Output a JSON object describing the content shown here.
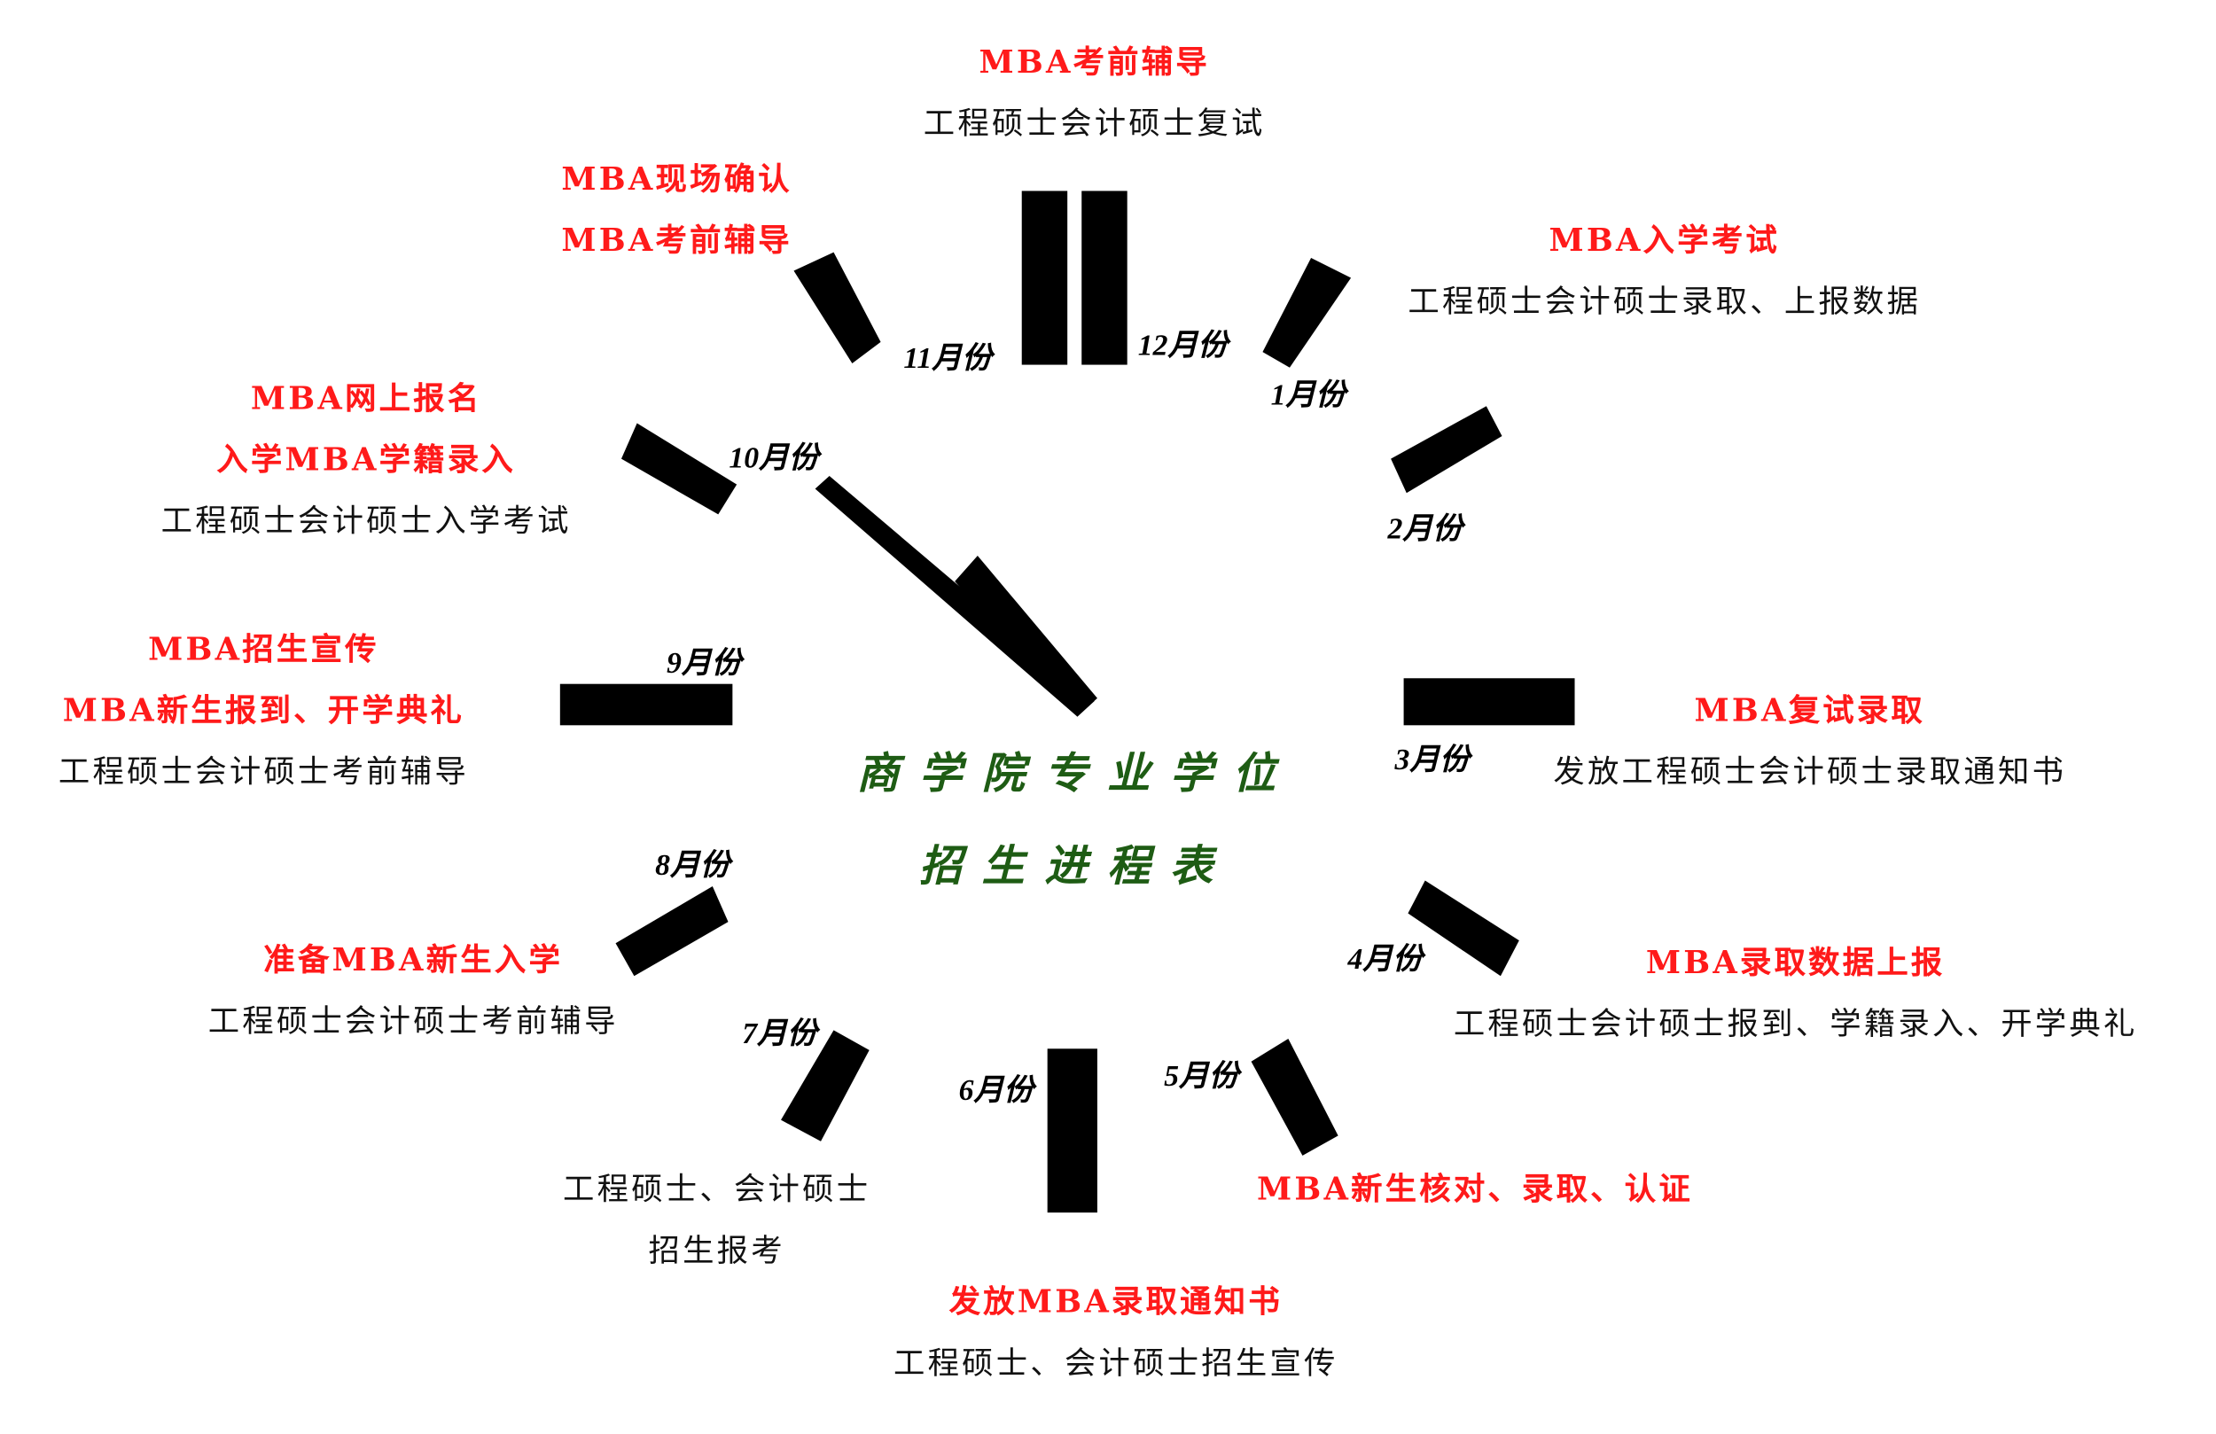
{
  "title": {
    "line1": "商学院专业学位",
    "line2": "招生进程表"
  },
  "months": {
    "m1": "1月份",
    "m2": "2月份",
    "m3": "3月份",
    "m4": "4月份",
    "m5": "5月份",
    "m6": "6月份",
    "m7": "7月份",
    "m8": "8月份",
    "m9": "9月份",
    "m10": "10月份",
    "m11": "11月份",
    "m12": "12月份"
  },
  "events": {
    "dec": [
      "MBA考前辅导",
      "工程硕士会计硕士复试"
    ],
    "nov": [
      "MBA现场确认",
      "MBA考前辅导"
    ],
    "jan": [
      "MBA入学考试",
      "工程硕士会计硕士录取、上报数据"
    ],
    "oct": [
      "MBA网上报名",
      "入学MBA学籍录入",
      "工程硕士会计硕士入学考试"
    ],
    "sep": [
      "MBA招生宣传",
      "MBA新生报到、开学典礼",
      "工程硕士会计硕士考前辅导"
    ],
    "mar": [
      "MBA复试录取",
      "发放工程硕士会计硕士录取通知书"
    ],
    "aug": [
      "准备MBA新生入学",
      "工程硕士会计硕士考前辅导"
    ],
    "apr": [
      "MBA录取数据上报",
      "工程硕士会计硕士报到、学籍录入、开学典礼"
    ],
    "jul": [
      "工程硕士、会计硕士",
      "招生报考"
    ],
    "may": [
      "MBA新生核对、录取、认证"
    ],
    "jun": [
      "发放MBA录取通知书",
      "工程硕士、会计硕士招生宣传"
    ]
  },
  "colors": {
    "mba": "#ff1a1a",
    "general": "#111111",
    "title": "#1e5c14",
    "marks": "#000000"
  }
}
